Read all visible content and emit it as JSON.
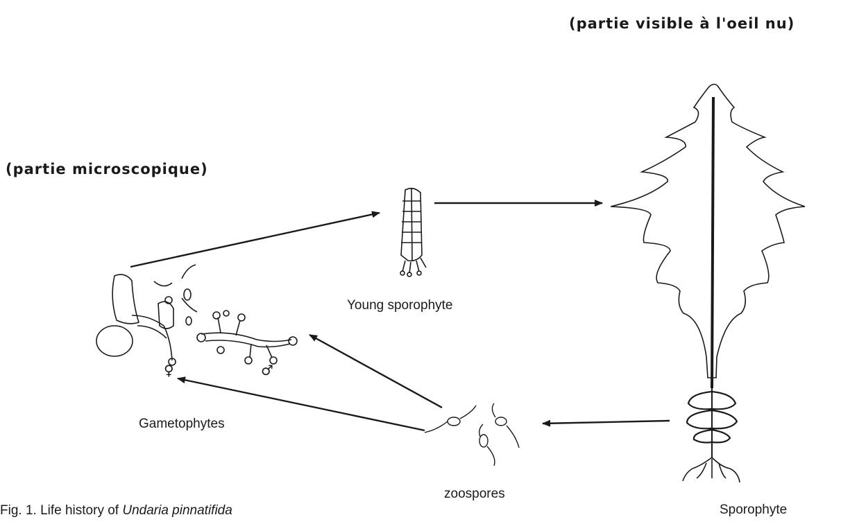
{
  "labels": {
    "visible_part": "(partie visible à l'oeil nu)",
    "microscopic_part": "(partie microscopique)",
    "young_sporophyte": "Young sporophyte",
    "gametophytes": "Gametophytes",
    "zoospores": "zoospores",
    "sporophyte": "Sporophyte",
    "female_symbol": "♀",
    "male_symbol": "♂"
  },
  "caption": {
    "prefix": "Fig. 1. Life history of ",
    "species": "Undaria pinnatifida"
  }
}
